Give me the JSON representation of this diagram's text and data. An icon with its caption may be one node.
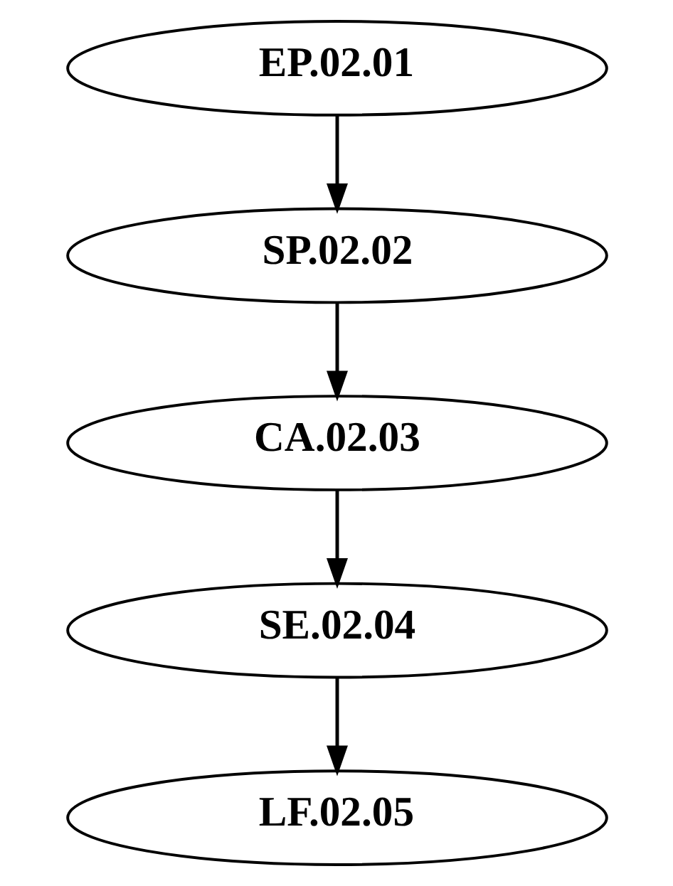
{
  "diagram": {
    "nodes": [
      {
        "text": [
          "EP.02.01"
        ]
      },
      {
        "text": [
          "SP.02.02"
        ]
      },
      {
        "text": [
          "CA.02.03"
        ]
      },
      {
        "text": [
          "SE.02.04"
        ]
      },
      {
        "text": [
          "LF.02.05"
        ]
      }
    ],
    "edges": [
      {
        "from": 0,
        "to": 1,
        "arrow": "to"
      },
      {
        "from": 1,
        "to": 2,
        "arrow": "to"
      },
      {
        "from": 2,
        "to": 3,
        "arrow": "to"
      },
      {
        "from": 3,
        "to": 4,
        "arrow": "to"
      }
    ]
  }
}
